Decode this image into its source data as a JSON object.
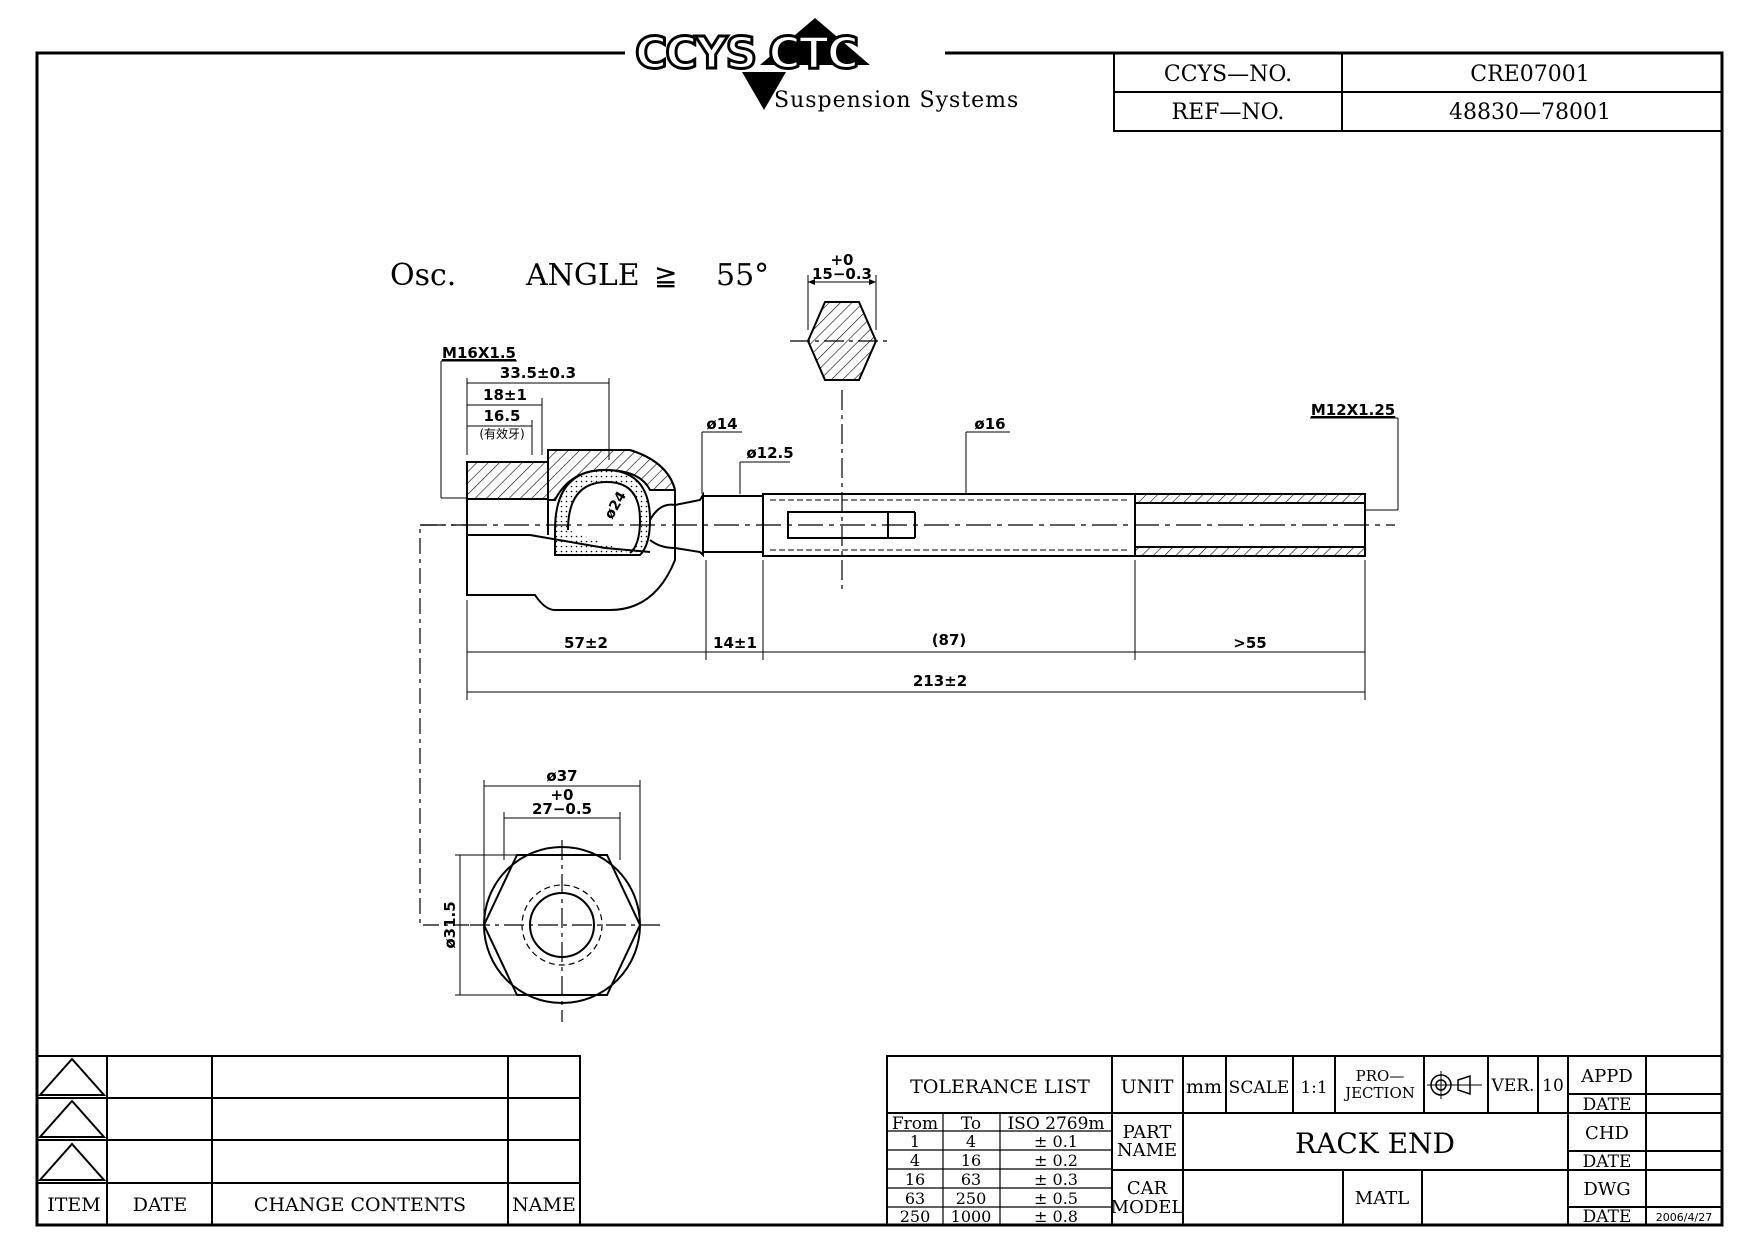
{
  "header": {
    "logo_text": "CCYS CTC",
    "logo_subtitle": "Suspension Systems",
    "ccys_no_label": "CCYS—NO.",
    "ccys_no_value": "CRE07001",
    "ref_no_label": "REF—NO.",
    "ref_no_value": "48830—78001"
  },
  "drawing": {
    "osc_label": "Osc.",
    "angle_label": "ANGLE",
    "angle_symbol": "≧",
    "angle_value": "55°",
    "hex_tol_upper": "+0",
    "hex_tol_main": "15−0.3",
    "thread_left": "M16X1.5",
    "dim_335": "33.5±0.3",
    "dim_18": "18±1",
    "dim_165": "16.5",
    "effective_thread": "(有效牙)",
    "dim_d24": "ø24",
    "dim_d14": "ø14",
    "dim_d125": "ø12.5",
    "dim_d16": "ø16",
    "thread_right": "M12X1.25",
    "dim_57": "57±2",
    "dim_14": "14±1",
    "dim_87": "(87)",
    "dim_55": ">55",
    "dim_213": "213±2",
    "dim_d37": "ø37",
    "bottom_tol_upper": "+0",
    "bottom_tol_main": "27−0.5",
    "dim_d315": "ø31.5"
  },
  "revision_table": {
    "headers": [
      "ITEM",
      "DATE",
      "CHANGE CONTENTS",
      "NAME"
    ]
  },
  "title_block": {
    "tolerance_title": "TOLERANCE  LIST",
    "tolerance_headers": [
      "From",
      "To",
      "ISO  2769m"
    ],
    "tolerance_rows": [
      [
        "1",
        "4",
        "±  0.1"
      ],
      [
        "4",
        "16",
        "±  0.2"
      ],
      [
        "16",
        "63",
        "±  0.3"
      ],
      [
        "63",
        "250",
        "±  0.5"
      ],
      [
        "250",
        "1000",
        "±  0.8"
      ]
    ],
    "unit_label": "UNIT",
    "unit_value": "mm",
    "scale_label": "SCALE",
    "scale_value": "1:1",
    "projection_label_1": "PRO—",
    "projection_label_2": "JECTION",
    "ver_label": "VER.",
    "ver_value": "10",
    "part_name_label_1": "PART",
    "part_name_label_2": "NAME",
    "part_name_value": "RACK  END",
    "car_model_label_1": "CAR",
    "car_model_label_2": "MODEL",
    "car_model_value": "",
    "matl_label": "MATL",
    "matl_value": "",
    "appd_label": "APPD",
    "chd_label": "CHD",
    "dwg_label": "DWG",
    "date_label": "DATE",
    "dwg_date_value": "2006/4/27"
  }
}
